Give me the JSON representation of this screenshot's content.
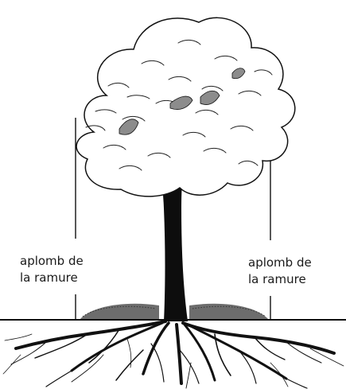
{
  "labels": {
    "left": {
      "line1": "aplomb de",
      "line2": "la ramure"
    },
    "right": {
      "line1": "aplomb de",
      "line2": "la ramure"
    }
  },
  "colors": {
    "ink": "#111111",
    "crown_fill": "#ffffff",
    "shadow": "#9a9a9a",
    "background": "#ffffff"
  }
}
